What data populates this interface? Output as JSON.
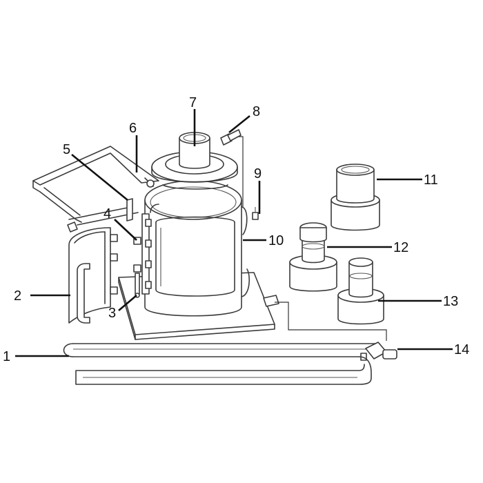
{
  "diagram": {
    "type": "exploded-parts-diagram",
    "part_numbers": [
      "1",
      "2",
      "3",
      "4",
      "5",
      "6",
      "7",
      "8",
      "9",
      "10",
      "11",
      "12",
      "13",
      "14"
    ]
  }
}
